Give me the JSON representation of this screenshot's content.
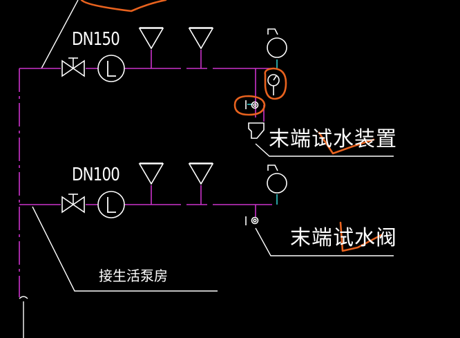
{
  "labels": {
    "dn150": "DN150",
    "dn100": "DN100",
    "test_device": "末端试水装置",
    "test_valve": "末端试水阀",
    "pump_room": "接生活泵房"
  },
  "colors": {
    "background": "#000000",
    "pipe": "#cc33cc",
    "symbol": "#ffffff",
    "link": "#33cccc",
    "markup": "#e8621e"
  }
}
